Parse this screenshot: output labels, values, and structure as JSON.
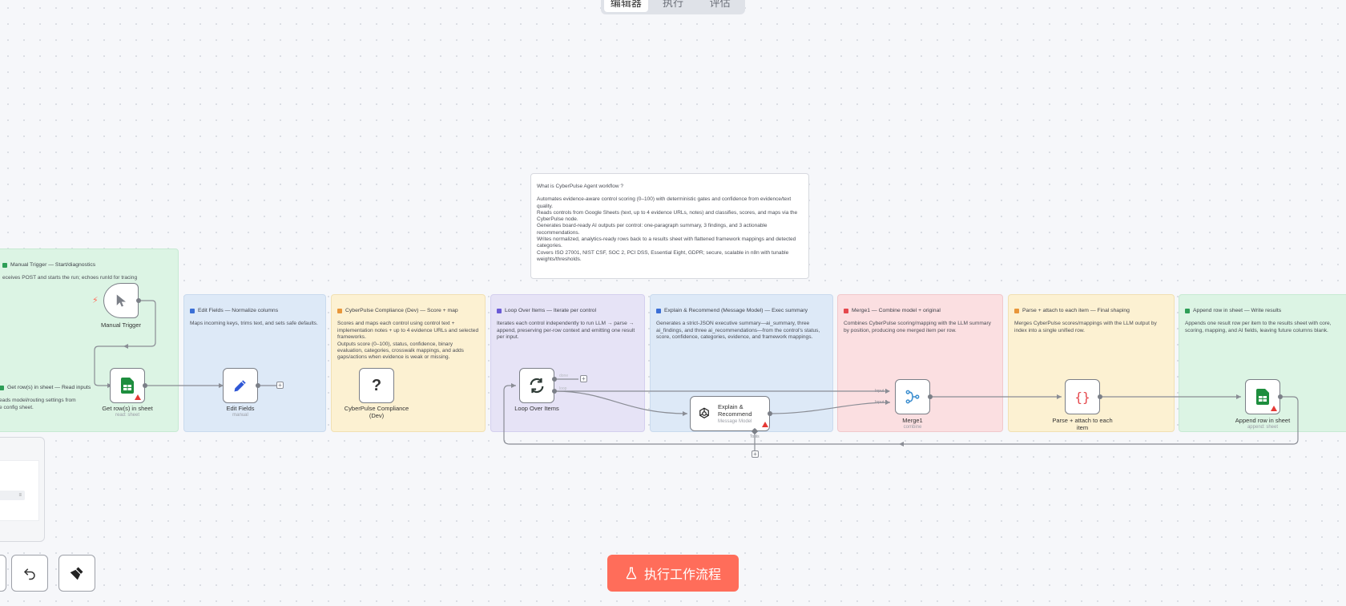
{
  "tabs": [
    {
      "label": "编辑器",
      "active": true
    },
    {
      "label": "执行",
      "active": false
    },
    {
      "label": "评估",
      "active": false
    }
  ],
  "notes": {
    "info": {
      "title": "What is CyberPulse Agent workflow ?",
      "body": "Automates evidence-aware control scoring (0–100) with deterministic gates and confidence from evidence/text quality.\nReads controls from Google Sheets (text, up to 4 evidence URLs, notes) and classifies, scores, and maps via the CyberPulse node.\nGenerates board-ready AI outputs per control: one-paragraph summary, 3 findings, and 3 actionable recommendations.\nWrites normalized, analytics-ready rows back to a results sheet with flattened framework mappings and detected categories.\nCovers ISO 27001, NIST CSF, SOC 2, PCI DSS, Essential Eight, GDPR; secure, scalable in n8n with tunable weights/thresholds."
    },
    "trigger": {
      "title": "Manual Trigger — Start/diagnostics",
      "body": "eceives POST and starts the run; echoes runId for tracing",
      "color": "#2e9e57"
    },
    "read": {
      "title": "Get row(s) in sheet — Read inputs",
      "body": "eads model/routing settings from\ne config sheet.",
      "color": "#2e9e57"
    },
    "edit": {
      "title": "Edit Fields — Normalize columns",
      "body": "Maps incoming keys, trims text, and sets safe defaults.",
      "color": "#3b6fd6"
    },
    "score": {
      "title": "CyberPulse Compliance (Dev) — Score + map",
      "body": "Scores and maps each control using control text + implementation notes + up to 4 evidence URLs and selected frameworks.\nOutputs score (0–100), status, confidence, binary evaluation, categories, crosswalk mappings, and adds gaps/actions when evidence is weak or missing.",
      "color": "#e8963a"
    },
    "loop": {
      "title": "Loop Over Items — Iterate per control",
      "body": "Iterates each control independently to run LLM → parse → append, preserving per-row context and emitting one result per input.",
      "color": "#6b5bd6"
    },
    "explain": {
      "title": "Explain & Recommend (Message Model) — Exec summary",
      "body": "Generates a strict-JSON executive summary—ai_summary, three ai_findings, and three ai_recommendations—from the control's status, score, confidence, categories, evidence, and framework mappings.",
      "color": "#3b6fd6"
    },
    "merge": {
      "title": "Merge1 — Combine model + original",
      "body": "Combines CyberPulse scoring/mapping with the LLM summary by position, producing one merged item per row.",
      "color": "#e5484d"
    },
    "parse": {
      "title": "Parse + attach to each item — Final shaping",
      "body": "Merges CyberPulse scores/mappings with the LLM output by index into a single unified row.",
      "color": "#e8963a"
    },
    "append": {
      "title": "Append row in sheet — Write results",
      "body": "Appends one result row per item to the results sheet with core, scoring, mapping, and AI fields, leaving future columns blank.",
      "color": "#2e9e57"
    }
  },
  "nodes": {
    "manual_trigger": {
      "label": "Manual Trigger",
      "icon": "cursor-icon"
    },
    "get_rows": {
      "label": "Get row(s) in sheet",
      "sub": "read: sheet",
      "icon": "google-sheets-icon"
    },
    "edit_fields": {
      "label": "Edit Fields",
      "sub": "manual",
      "icon": "pencil-icon"
    },
    "cyberpulse": {
      "label": "CyberPulse Compliance\n(Dev)",
      "icon": "question-icon"
    },
    "loop": {
      "label": "Loop Over Items",
      "icon": "loop-icon",
      "out_done": "done",
      "out_loop": "loop"
    },
    "explain": {
      "label": "Explain &\nRecommend",
      "sub": "Message Model",
      "tools_label": "Tools",
      "icon": "openai-icon"
    },
    "merge": {
      "label": "Merge1",
      "sub": "combine",
      "input1": "Input 1",
      "input2": "Input 2",
      "icon": "merge-icon"
    },
    "parse": {
      "label": "Parse + attach to each\nitem",
      "icon": "code-braces-icon"
    },
    "append": {
      "label": "Append row in sheet",
      "sub": "append: sheet",
      "icon": "google-sheets-icon"
    }
  },
  "controls": {
    "run_label": "执行工作流程",
    "undo_icon": "undo-icon",
    "clear_icon": "broom-icon",
    "run_icon": "flask-icon",
    "mini_chip": "≡"
  },
  "colors": {
    "run_button": "#ff6d5a",
    "edge": "#7b7f87",
    "warning": "#e53935",
    "sheets_green": "#1e8e3e"
  }
}
